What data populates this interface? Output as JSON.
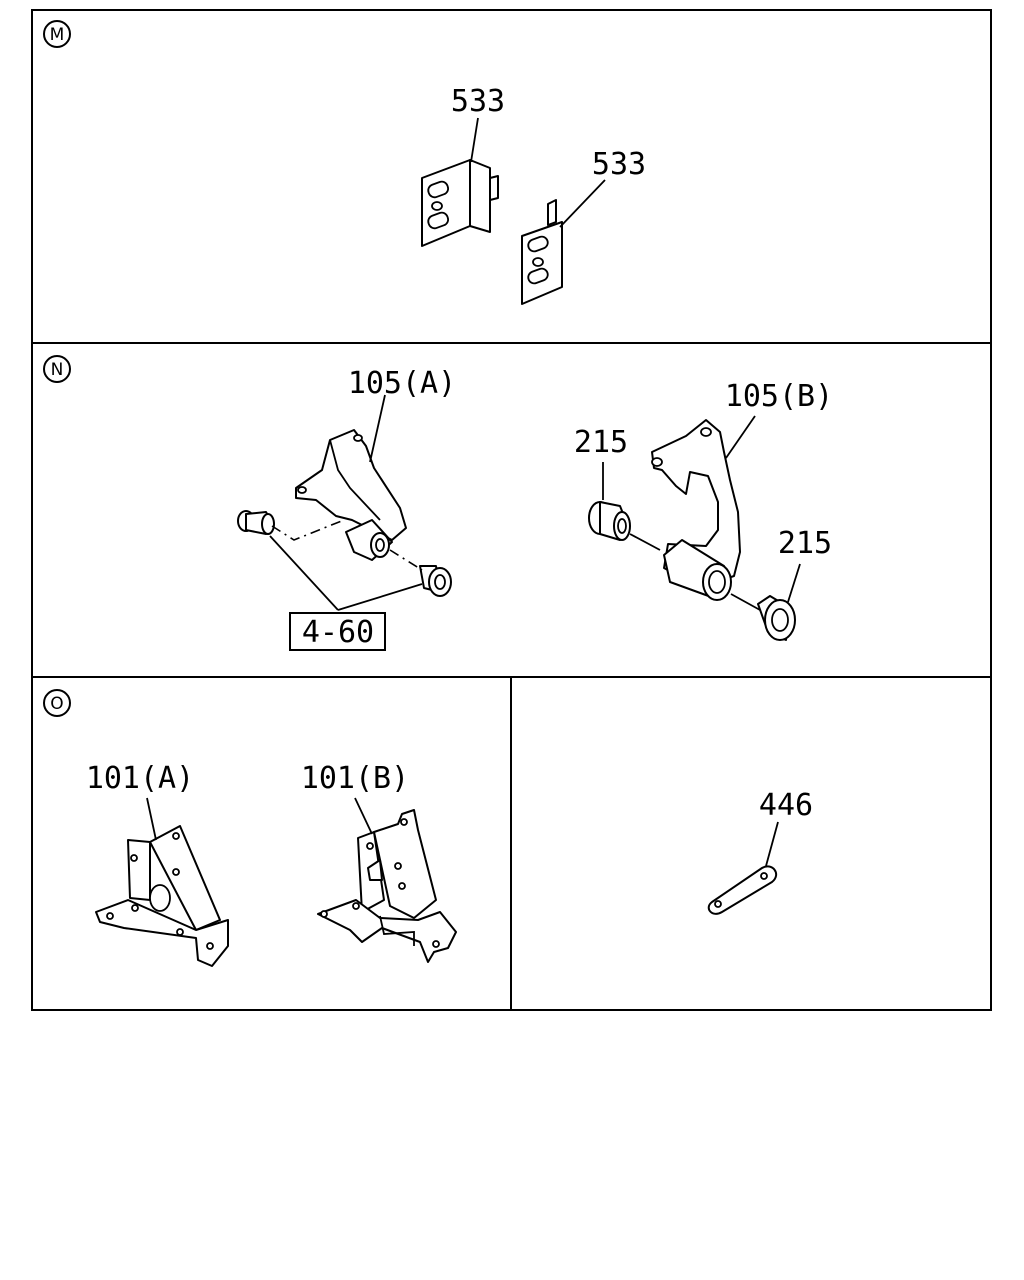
{
  "sections": {
    "m": {
      "marker": "M",
      "labels": [
        "533",
        "533"
      ]
    },
    "n": {
      "marker": "N",
      "labels": [
        "105(A)",
        "105(B)",
        "215",
        "215"
      ],
      "ref": "4-60"
    },
    "o": {
      "marker": "O",
      "labels": [
        "101(A)",
        "101(B)"
      ]
    },
    "p": {
      "labels": [
        "446"
      ]
    }
  }
}
